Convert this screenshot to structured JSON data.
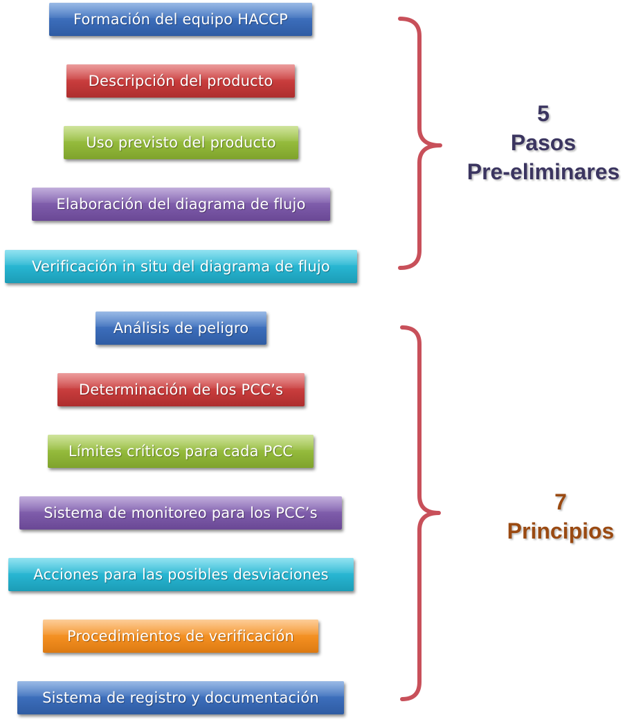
{
  "colors": {
    "blue": "#3a6bb8",
    "red": "#c63b3b",
    "green": "#92b83a",
    "purple": "#7c5aa8",
    "cyan": "#26b3cf",
    "orange": "#f28e20",
    "bracket": "#c8505a",
    "label_pre": "#3b3560",
    "label_principles": "#9a4a12"
  },
  "preliminary": {
    "steps": [
      "Formación del equipo HACCP",
      "Descripción del producto",
      "Uso previsto del producto",
      "Elaboración del diagrama de flujo",
      "Verificación in situ del diagrama de flujo"
    ],
    "label": {
      "number": "5",
      "line1": "Pasos",
      "line2": "Pre-eliminares"
    }
  },
  "principles": {
    "steps": [
      "Análisis de peligro",
      "Determinación de los PCC’s",
      "Límites críticos para cada PCC",
      "Sistema de monitoreo para los PCC’s",
      "Acciones para las posibles desviaciones",
      "Procedimientos de verificación",
      "Sistema de registro y documentación"
    ],
    "label": {
      "number": "7",
      "line1": "Principios"
    }
  }
}
